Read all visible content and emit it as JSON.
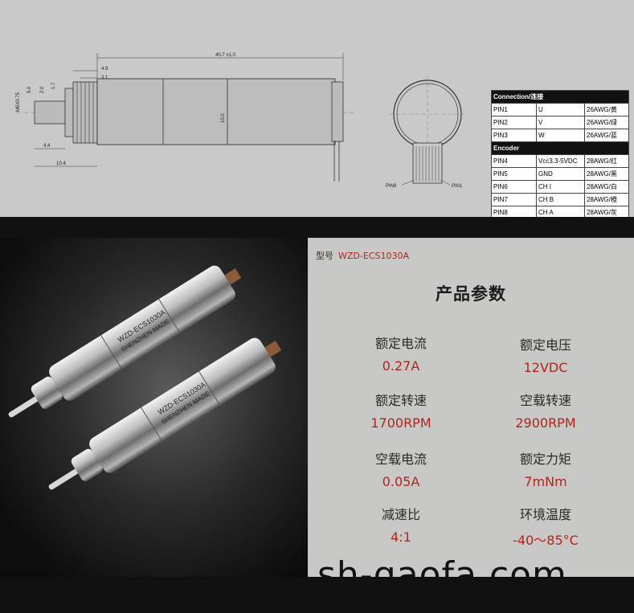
{
  "drawing": {
    "dims": {
      "overall_length": "40.7 ±1.0",
      "len_4_9": "4.9",
      "len_3_1": "3.1",
      "len_4_4": "4.4",
      "len_10_4": "10.4",
      "thread": "M6X0.75",
      "dia_5": "5.0",
      "dia_2": "2.0",
      "len_1_7": "1.7",
      "dia_10": "10.0"
    },
    "pin_labels": {
      "left": "PIN8",
      "right": "PIN1"
    }
  },
  "pin_table": {
    "connection_header": "Connection/连接",
    "connection_rows": [
      {
        "pin": "PIN1",
        "signal": "U",
        "wire": "26AWG/黄"
      },
      {
        "pin": "PIN2",
        "signal": "V",
        "wire": "26AWG/绿"
      },
      {
        "pin": "PIN3",
        "signal": "W",
        "wire": "26AWG/蓝"
      }
    ],
    "encoder_header": "Encoder",
    "encoder_rows": [
      {
        "pin": "PIN4",
        "signal": "Vcc3.3-5VDC",
        "wire": "28AWG/红"
      },
      {
        "pin": "PIN5",
        "signal": "GND",
        "wire": "28AWG/黑"
      },
      {
        "pin": "PIN6",
        "signal": "CH I",
        "wire": "28AWG/白"
      },
      {
        "pin": "PIN7",
        "signal": "CH B",
        "wire": "28AWG/橙"
      },
      {
        "pin": "PIN8",
        "signal": "CH A",
        "wire": "28AWG/灰"
      }
    ]
  },
  "photo": {
    "motor_label_line1": "WZD-ECS1030A",
    "motor_label_line2": "SHENZHEN MADE"
  },
  "spec_panel": {
    "model_label": "型号",
    "model_value": "WZD-ECS1030A",
    "title": "产品参数",
    "params": [
      {
        "label": "额定电流",
        "value": "0.27A"
      },
      {
        "label": "额定电压",
        "value": "12VDC"
      },
      {
        "label": "额定转速",
        "value": "1700RPM"
      },
      {
        "label": "空载转速",
        "value": "2900RPM"
      },
      {
        "label": "空载电流",
        "value": "0.05A"
      },
      {
        "label": "额定力矩",
        "value": "7mNm"
      },
      {
        "label": "减速比",
        "value": "4:1"
      },
      {
        "label": "环境温度",
        "value": "-40～85°C"
      }
    ]
  },
  "watermark": "sh-gaofa.com"
}
